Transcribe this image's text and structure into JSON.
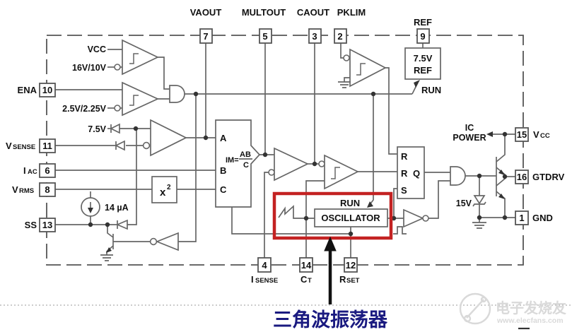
{
  "diagram": {
    "top_pins": [
      {
        "num": "7",
        "label": "VAOUT"
      },
      {
        "num": "5",
        "label": "MULTOUT"
      },
      {
        "num": "3",
        "label": "CAOUT"
      },
      {
        "num": "2",
        "label": "PKLIM"
      },
      {
        "num": "9",
        "label": "REF"
      }
    ],
    "left_pins": [
      {
        "num": "10",
        "main": "ENA",
        "sub": ""
      },
      {
        "num": "11",
        "main": "V",
        "sub": "SENSE"
      },
      {
        "num": "6",
        "main": "I",
        "sub": "AC"
      },
      {
        "num": "8",
        "main": "V",
        "sub": "RMS"
      },
      {
        "num": "13",
        "main": "SS",
        "sub": ""
      }
    ],
    "right_pins": [
      {
        "num": "15",
        "main": "V",
        "sub": "CC"
      },
      {
        "num": "16",
        "main": "GTDRV",
        "sub": ""
      },
      {
        "num": "1",
        "main": "GND",
        "sub": ""
      }
    ],
    "bottom_pins": [
      {
        "num": "4",
        "main": "I",
        "sub": "SENSE"
      },
      {
        "num": "14",
        "main": "C",
        "sub": "T"
      },
      {
        "num": "12",
        "main": "R",
        "sub": "SET"
      }
    ],
    "labels": {
      "vcc": "VCC",
      "uvlo_threshold": "16V/10V",
      "ena_threshold": "2.5V/2.25V",
      "vref": "7.5V",
      "ss_current": "14 µA",
      "squarer_base": "x",
      "squarer_exp": "2",
      "mult_a": "A",
      "mult_b": "B",
      "mult_c": "C",
      "mult_im": "IM=",
      "mult_num": "AB",
      "mult_den": "C",
      "refblock_line1": "7.5V",
      "refblock_line2": "REF",
      "run_ref": "RUN",
      "run_osc": "RUN",
      "oscillator": "OSCILLATOR",
      "ff_r1": "R",
      "ff_r2": "R",
      "ff_q": "Q",
      "ff_s": "S",
      "zener": "15V",
      "icpower_line1": "IC",
      "icpower_line2": "POWER"
    }
  },
  "annotation": {
    "text": "三角波振荡器"
  },
  "watermark": {
    "brand": "电子发烧友",
    "url": "www.elecfans.com"
  },
  "colors": {
    "highlight_box": "#c32222",
    "annotation_text": "#1a1a80",
    "wire": "#666666",
    "label_text": "#101010",
    "watermark": "#d9d9d9"
  }
}
